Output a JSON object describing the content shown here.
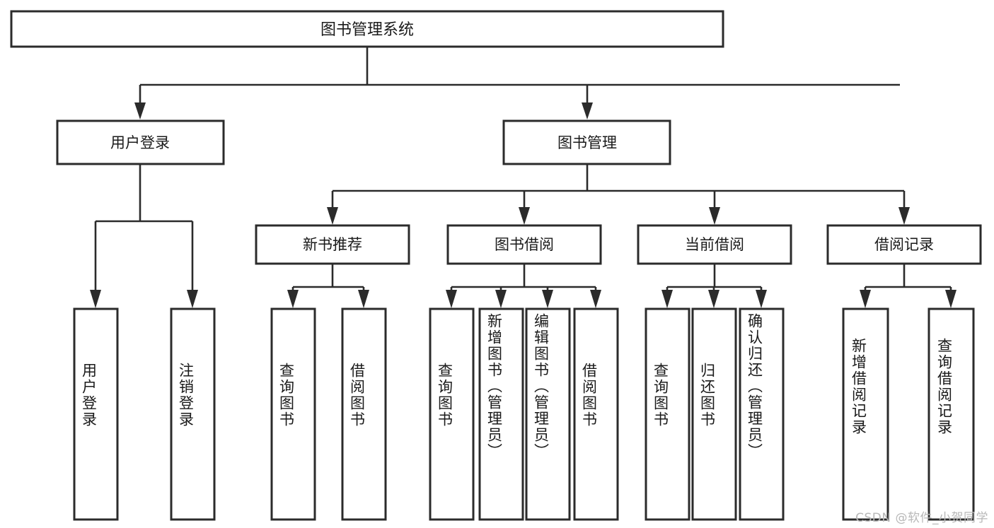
{
  "diagram": {
    "type": "tree-hierarchy-flowchart",
    "title": "图书管理系统",
    "root": {
      "label": "图书管理系统",
      "orientation": "horizontal"
    },
    "level2": [
      {
        "label": "用户登录",
        "orientation": "horizontal"
      },
      {
        "label": "图书管理",
        "orientation": "horizontal"
      }
    ],
    "level3": [
      {
        "label": "新书推荐",
        "orientation": "horizontal"
      },
      {
        "label": "图书借阅",
        "orientation": "horizontal"
      },
      {
        "label": "当前借阅",
        "orientation": "horizontal"
      },
      {
        "label": "借阅记录",
        "orientation": "horizontal"
      }
    ],
    "leaves": {
      "user_login": [
        {
          "label": "用户登录",
          "orientation": "vertical"
        },
        {
          "label": "注销登录",
          "orientation": "vertical"
        }
      ],
      "new_book_recommend": [
        {
          "label": "查询图书",
          "orientation": "vertical"
        },
        {
          "label": "借阅图书",
          "orientation": "vertical"
        }
      ],
      "book_borrow": [
        {
          "label": "查询图书",
          "orientation": "vertical"
        },
        {
          "label": "新增图书（管理员）",
          "orientation": "vertical"
        },
        {
          "label": "编辑图书（管理员）",
          "orientation": "vertical"
        },
        {
          "label": "借阅图书",
          "orientation": "vertical"
        }
      ],
      "current_borrow": [
        {
          "label": "查询图书",
          "orientation": "vertical"
        },
        {
          "label": "归还图书",
          "orientation": "vertical"
        },
        {
          "label": "确认归还（管理员）",
          "orientation": "vertical"
        }
      ],
      "borrow_record": [
        {
          "label": "新增借阅记录",
          "orientation": "vertical"
        },
        {
          "label": "查询借阅记录",
          "orientation": "vertical"
        }
      ]
    },
    "colors": {
      "box_fill": "#ffffff",
      "box_stroke": "#2b2b2b",
      "text": "#1a1a1a",
      "connector": "#2b2b2b",
      "background": "#ffffff",
      "watermark": "#b8b8b8"
    }
  },
  "watermark": {
    "text": "CSDN @软件_小贺同学"
  }
}
